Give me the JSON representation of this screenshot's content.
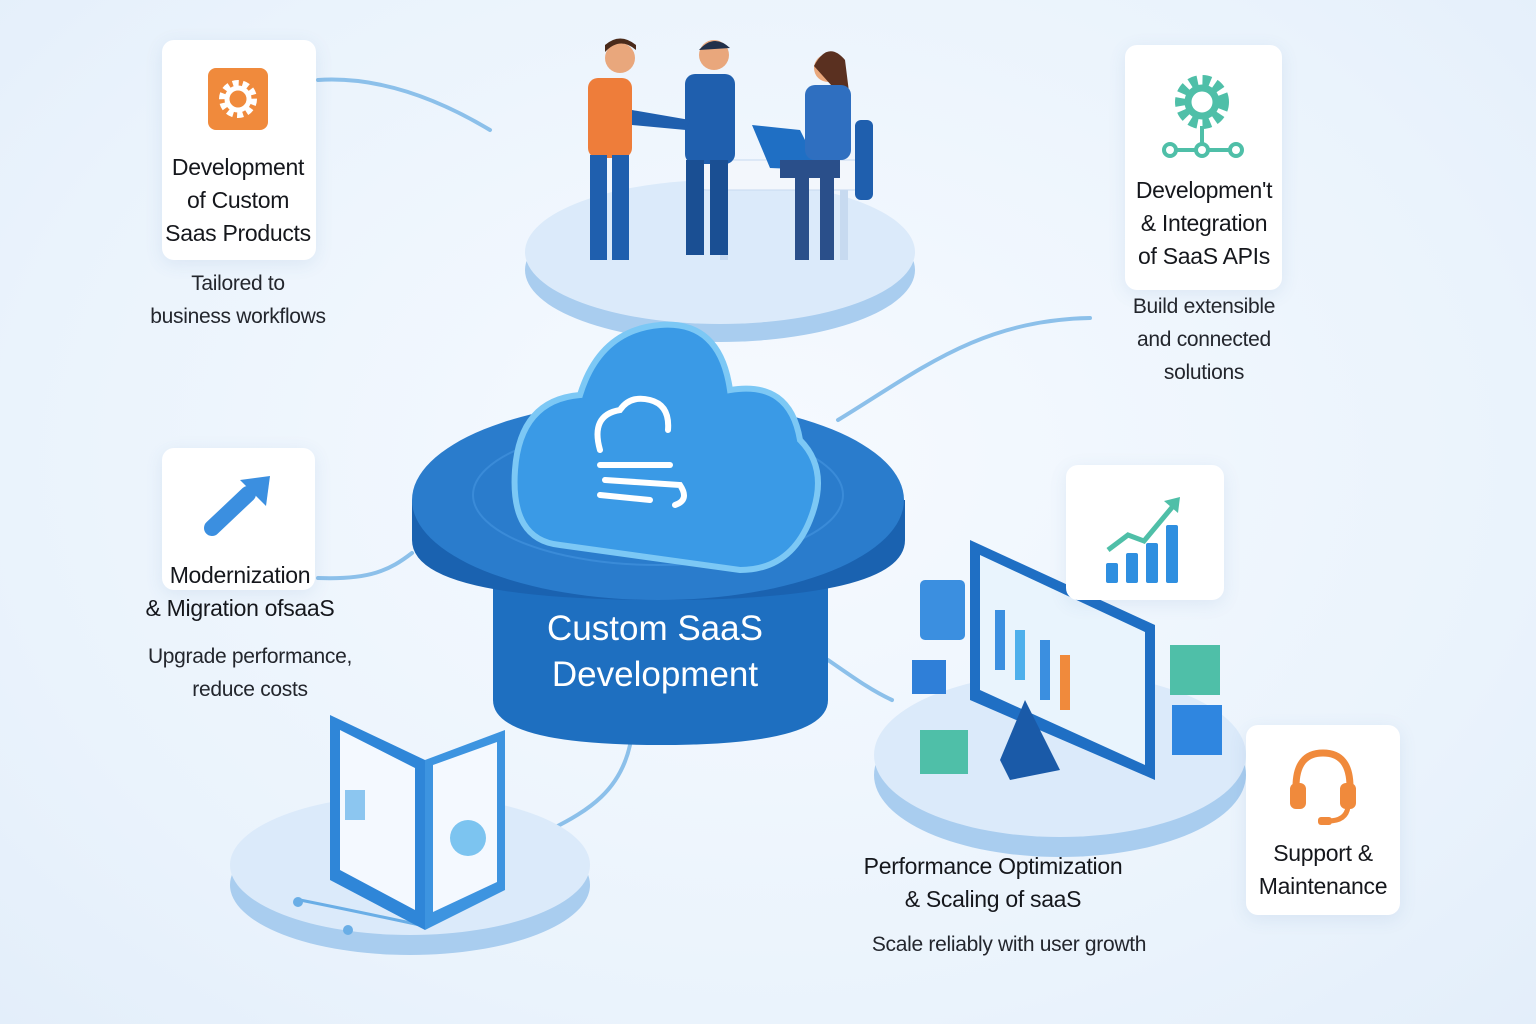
{
  "center": {
    "line1": "Custom SaaS",
    "line2": "Development",
    "icon": "cloud-icon"
  },
  "services": [
    {
      "title_lines": [
        "Development",
        "of Custom",
        "Saas Products"
      ],
      "desc_lines": [
        "Tailored to",
        "business workflows"
      ],
      "icon": "gear-icon",
      "color": "#f08a3c"
    },
    {
      "title_lines": [
        "Developmen't",
        "& Integration",
        "of SaaS APIs"
      ],
      "desc_lines": [
        "Build extensible",
        "and connected",
        "solutions"
      ],
      "icon": "gear-network-icon",
      "color": "#4fbfa8"
    },
    {
      "title_lines": [
        "Modernization",
        "& Migration ofsaaS"
      ],
      "desc_lines": [
        "Upgrade performance,",
        "reduce costs"
      ],
      "icon": "arrow-up-right-icon",
      "color": "#3b8fe0"
    },
    {
      "title_lines": [
        "Performance Optimization",
        "& Scaling of saaS"
      ],
      "desc_lines": [
        "Scale reliably with user growth"
      ],
      "icon": "growth-chart-icon",
      "color": "#2f8fe0"
    },
    {
      "title_lines": [
        "Support &",
        "Maintenance"
      ],
      "desc_lines": [],
      "icon": "headset-icon",
      "color": "#f08a3c"
    }
  ],
  "colors": {
    "primary": "#1f6fc4",
    "light": "#4fb0ec",
    "accent_orange": "#f08a3c",
    "accent_teal": "#4fbfa8"
  }
}
